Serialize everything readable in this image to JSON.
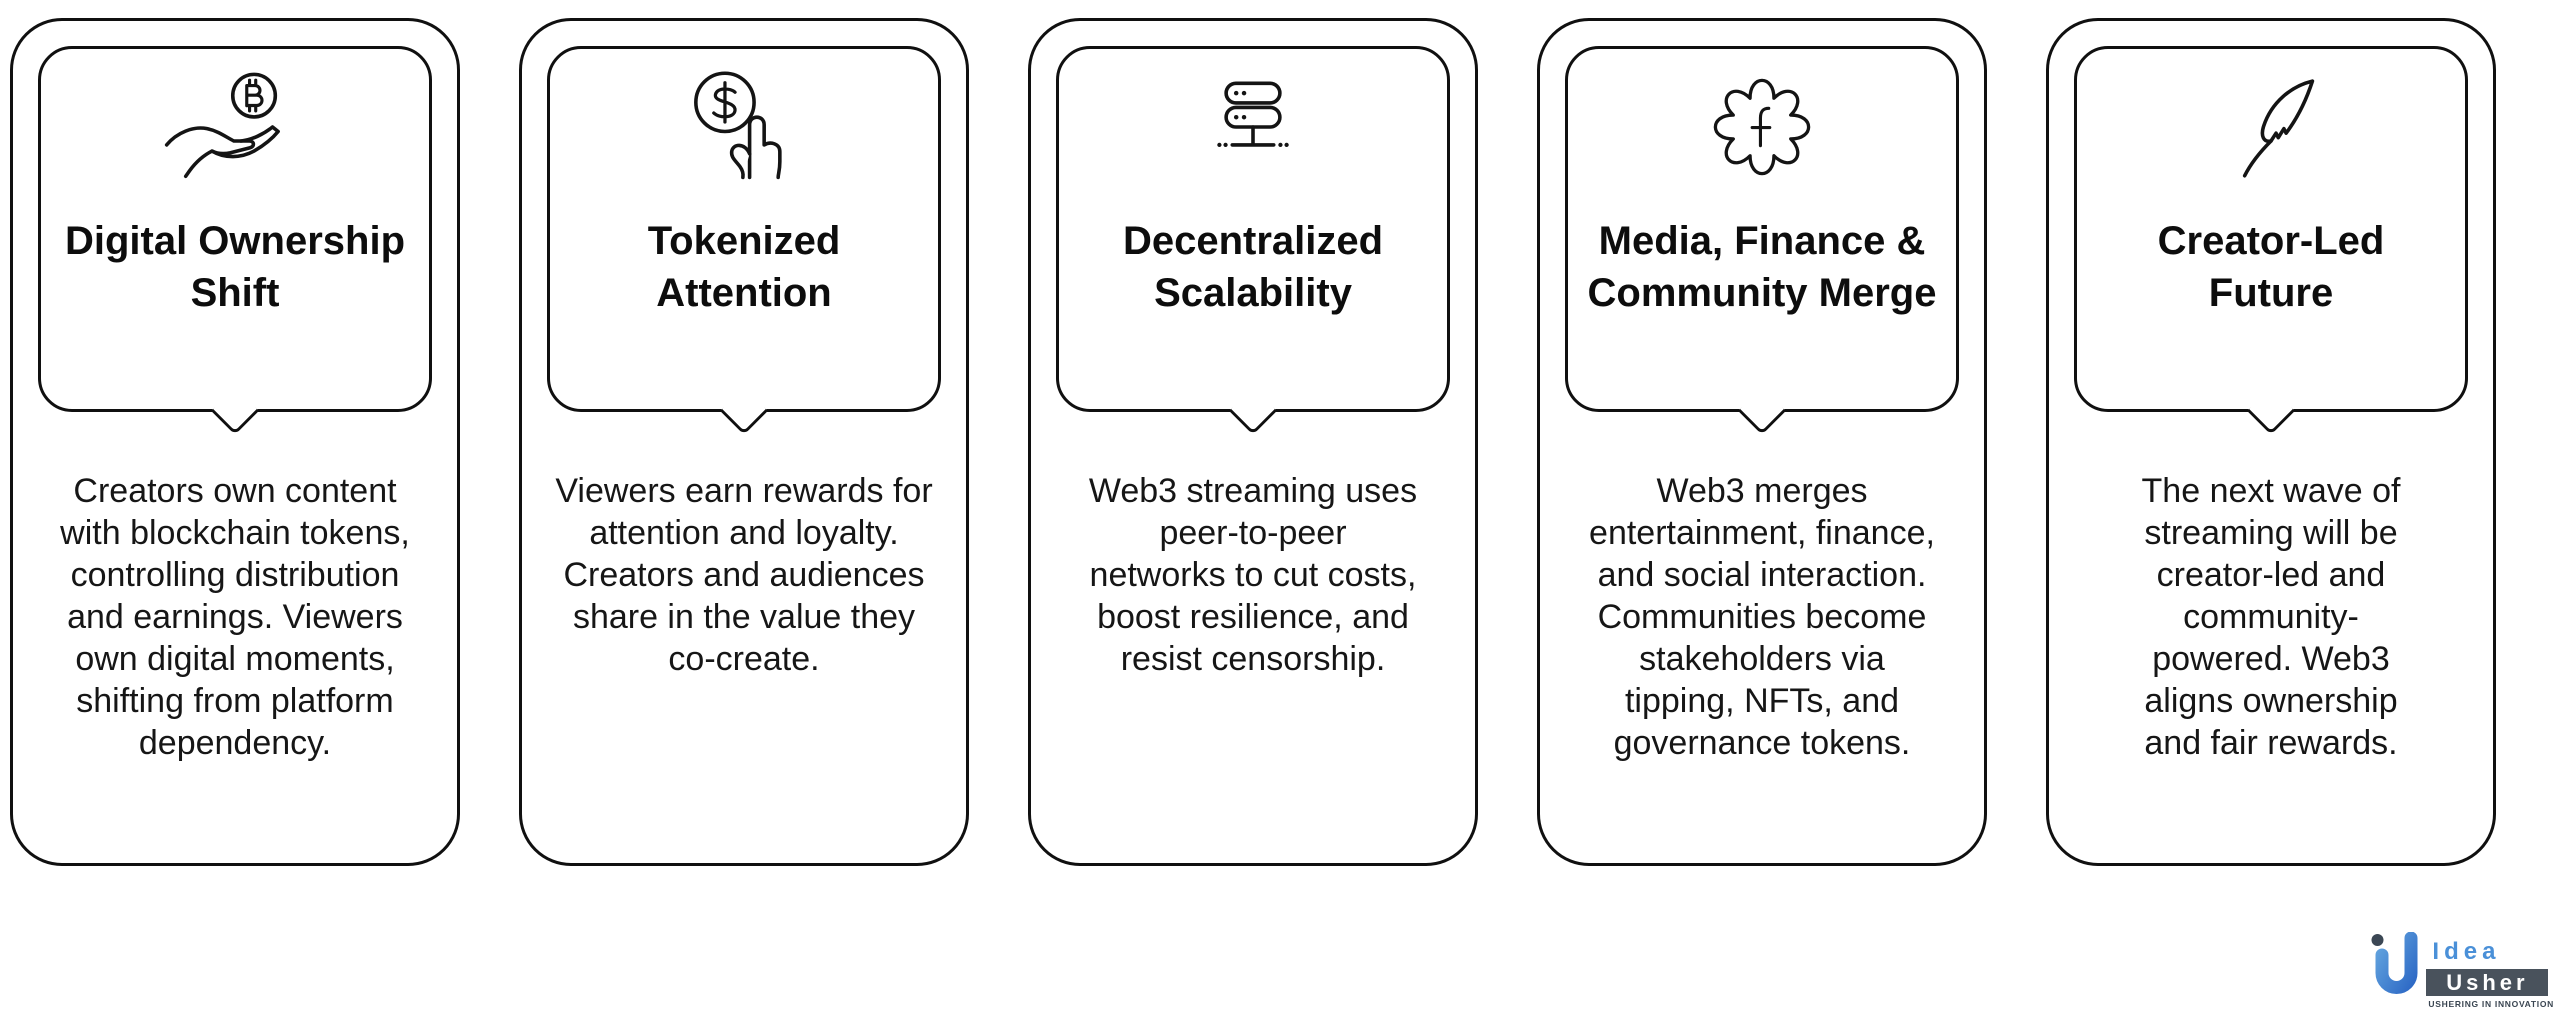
{
  "infographic": {
    "background_color": "#ffffff",
    "stroke_color": "#111111",
    "cards": [
      {
        "icon": "bitcoin-hand-icon",
        "title": "Digital Ownership Shift",
        "description": "Creators own content with blockchain tokens, controlling distribution and earnings. Viewers own digital moments, shifting from platform dependency."
      },
      {
        "icon": "dollar-tap-icon",
        "title": "Tokenized Attention",
        "description": "Viewers earn rewards for attention and loyalty. Creators and audiences share in the value they co-create."
      },
      {
        "icon": "server-stack-icon",
        "title": "Decentralized Scalability",
        "description": "Web3 streaming uses peer-to-peer networks to cut costs, boost resilience, and resist censorship."
      },
      {
        "icon": "gear-f-icon",
        "title": "Media, Finance & Community Merge",
        "description": "Web3 merges entertainment, finance, and social interaction. Communities become stakeholders via tipping, NFTs, and governance tokens."
      },
      {
        "icon": "quill-feather-icon",
        "title": "Creator-Led Future",
        "description": "The next wave of streaming will be creator-led and community-powered. Web3 aligns ownership and fair rewards."
      }
    ]
  },
  "logo": {
    "brand": "Idea Usher",
    "idea_text": "Idea",
    "usher_text": "Usher",
    "tagline": "USHERING IN INNOVATION",
    "colors": {
      "blue": "#4A90D8",
      "banner": "#49525C",
      "dot": "#3B4754",
      "tagline": "#3A4551"
    }
  }
}
